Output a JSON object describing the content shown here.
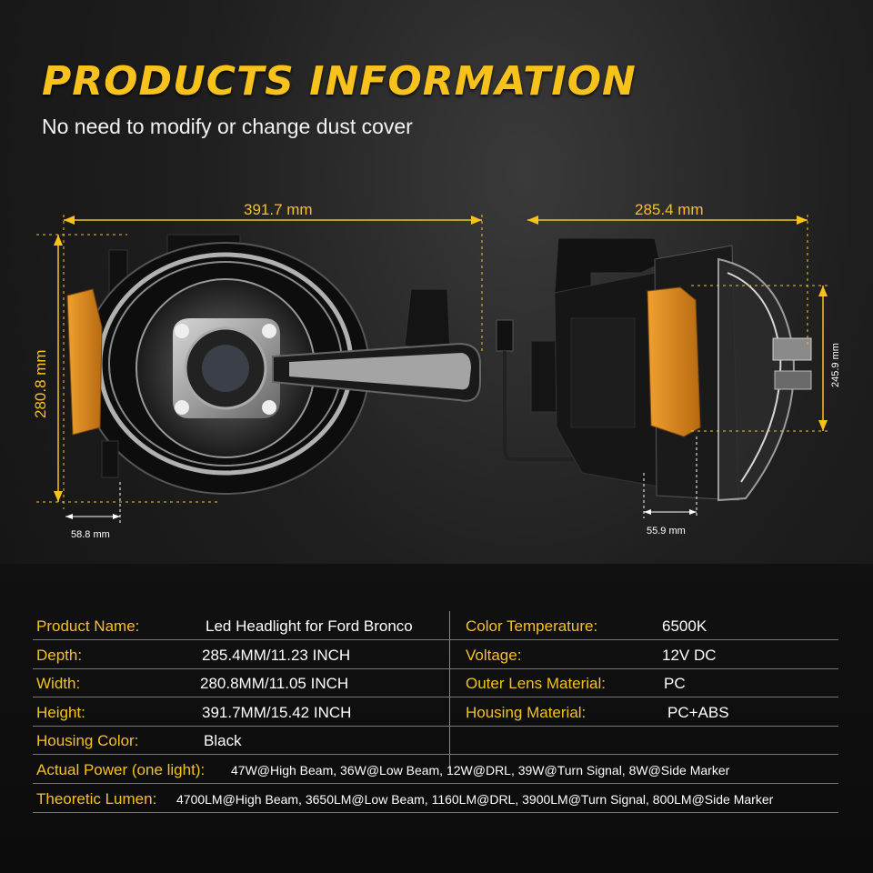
{
  "header": {
    "title": "PRODUCTS INFORMATION",
    "subtitle": "No need to modify or change dust cover"
  },
  "dimensions": {
    "front_width": "391.7 mm",
    "front_height": "280.8 mm",
    "front_amber": "58.8 mm",
    "side_width": "285.4 mm",
    "side_height": "245.9 mm",
    "side_amber": "55.9 mm"
  },
  "specs": {
    "left": [
      {
        "label": "Product Name:",
        "value": "Led Headlight for Ford Bronco"
      },
      {
        "label": "Depth:",
        "value": "285.4MM/11.23 INCH"
      },
      {
        "label": "Width:",
        "value": "280.8MM/11.05 INCH"
      },
      {
        "label": "Height:",
        "value": "391.7MM/15.42 INCH"
      },
      {
        "label": "Housing Color:",
        "value": "Black"
      }
    ],
    "right": [
      {
        "label": "Color Temperature:",
        "value": "6500K"
      },
      {
        "label": "Voltage:",
        "value": "12V DC"
      },
      {
        "label": "Outer Lens Material:",
        "value": "PC"
      },
      {
        "label": "Housing Material:",
        "value": "PC+ABS"
      }
    ],
    "power": {
      "label": "Actual Power (one light):",
      "value": "47W@High Beam, 36W@Low Beam, 12W@DRL, 39W@Turn Signal, 8W@Side Marker"
    },
    "lumen": {
      "label": "Theoretic Lumen:",
      "value": "4700LM@High Beam, 3650LM@Low Beam, 1160LM@DRL, 3900LM@Turn Signal, 800LM@Side Marker"
    }
  },
  "colors": {
    "accent": "#f7c21c",
    "background": "#1a1a1a",
    "amber_lens": "#d98a1c"
  }
}
